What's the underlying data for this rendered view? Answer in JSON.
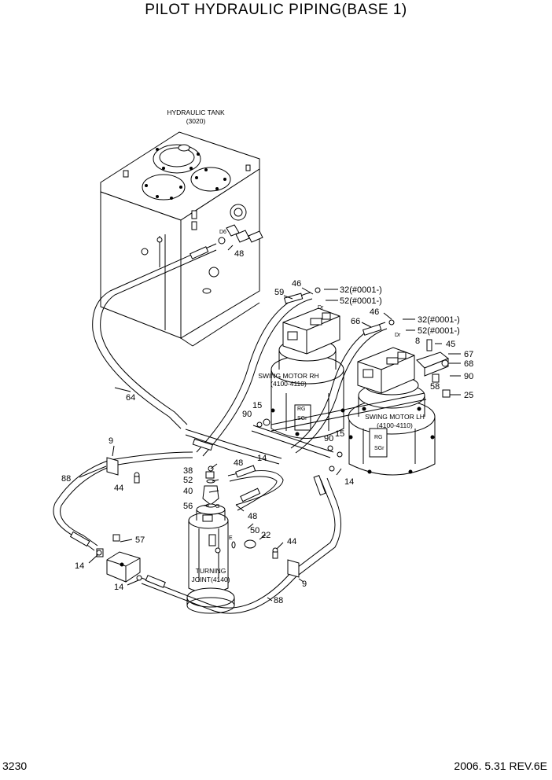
{
  "header": {
    "title": "PILOT HYDRAULIC PIPING(BASE 1)"
  },
  "footer": {
    "page_number": "3230",
    "revision": "2006. 5.31  REV.6E"
  },
  "components": {
    "hydraulic_tank": {
      "name": "HYDRAULIC TANK",
      "code": "(3020)"
    },
    "swing_motor_rh": {
      "name": "SWING MOTOR RH",
      "code": "(4100-4110)"
    },
    "swing_motor_lh": {
      "name": "SWING MOTOR LH",
      "code": "(4100-4110)"
    },
    "turning_joint": {
      "name": "TURNING",
      "code": "JOINT(4140)"
    }
  },
  "port_marks": {
    "d6": "D6",
    "dr_rh": "Dr",
    "dr_lh": "Dr",
    "rg_rh": "RG",
    "sgr_rh": "SGr",
    "rg_lh": "RG",
    "sgr_lh": "SGr",
    "e": "E",
    "g": "G"
  },
  "callouts": {
    "c48_tank": "48",
    "c46_rh": "46",
    "c59": "59",
    "c32_rh": "32(#0001-)",
    "c52_rh": "52(#0001-)",
    "c66": "66",
    "c46_lh": "46",
    "c32_lh": "32(#0001-)",
    "c52_lh": "52(#0001-)",
    "c8": "8",
    "c45": "45",
    "c67": "67",
    "c68": "68",
    "c90_r": "90",
    "c58": "58",
    "c25": "25",
    "c64": "64",
    "c15_rh": "15",
    "c90_rh": "90",
    "c90_lh": "90",
    "c15_lh": "15",
    "c9_left": "9",
    "c88_left": "88",
    "c44_left": "44",
    "c48_mid": "48",
    "c14_mid": "14",
    "c38": "38",
    "c52_mid": "52",
    "c40": "40",
    "c56": "56",
    "c48_low": "48",
    "c14_lh": "14",
    "c50": "50",
    "c22": "22",
    "c57": "57",
    "c14_block": "14",
    "c14_bottom": "14",
    "c44_right": "44",
    "c9_right": "9",
    "c88_bottom": "88"
  }
}
